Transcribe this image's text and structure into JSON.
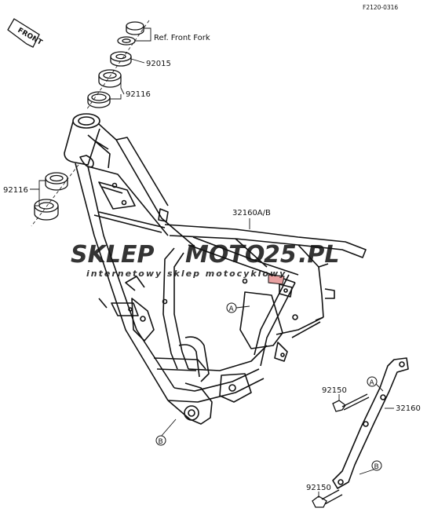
{
  "diagram_code": "F2120-0316",
  "front_label": "FRONT",
  "watermark": {
    "brand_left": "SKLEP",
    "brand_mid": "MOTO",
    "brand_num": "25",
    "brand_tld": ".PL",
    "tagline": "internetowy sklep motocyklowy"
  },
  "callouts": {
    "ref_front_fork": "Ref. Front Fork",
    "p92015": "92015",
    "p92116_top": "92116",
    "p92116_left": "92116",
    "p32160ab": "32160A/B",
    "p32160": "32160",
    "p92150_upper": "92150",
    "p92150_lower": "92150",
    "marker_a": "A",
    "marker_b": "B"
  },
  "colors": {
    "line": "#111111",
    "watermark_gray": "#c8c8c8",
    "watermark_red": "#e06060",
    "highlight": "#e8a0a0"
  }
}
